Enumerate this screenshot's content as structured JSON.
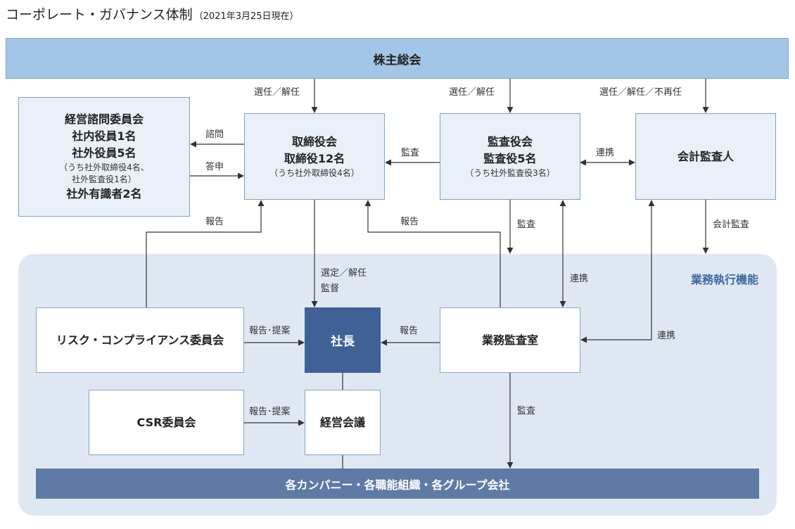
{
  "title": {
    "main": "コーポレート・ガバナンス体制",
    "date": "（2021年3月25日現在）"
  },
  "boxes": {
    "shareholders": "株主総会",
    "advisory": {
      "line1": "経営諮問委員会",
      "line2": "社内役員1名",
      "line3": "社外役員5名",
      "note1": "（うち社外取締役4名、",
      "note2": "社外監査役1名）",
      "line4": "社外有識者2名"
    },
    "board": {
      "line1": "取締役会",
      "line2": "取締役12名",
      "note": "（うち社外取締役4名）"
    },
    "kansayaku": {
      "line1": "監査役会",
      "line2": "監査役5名",
      "note": "（うち社外監査役3名）"
    },
    "auditor": "会計監査人",
    "exec_label": "業務執行機能",
    "risk": "リスク・コンプライアンス委員会",
    "president": "社長",
    "internal": "業務監査室",
    "csr": "CSR委員会",
    "mgmt": "経営会議",
    "companies": "各カンパニー・各職能組織・各グループ会社"
  },
  "labels": {
    "elect_board": "選任／解任",
    "elect_kansa": "選任／解任",
    "elect_auditor": "選任／解任／不再任",
    "consult": "諮問",
    "answer": "答申",
    "audit_board": "監査",
    "cooperate_top": "連携",
    "report_risk": "報告",
    "report_internal_board": "報告",
    "audit_kansa_down": "監査",
    "accounting_audit": "会計監査",
    "select_dismiss": "選定／解任",
    "supervise": "監督",
    "cooperate_mid": "連携",
    "report_propose_risk": "報告･提案",
    "report_internal_pres": "報告",
    "cooperate_right": "連携",
    "report_propose_csr": "報告･提案",
    "audit_internal": "監査"
  },
  "colors": {
    "shareholders_fill": "#a3c6e6",
    "light_box_fill": "#e9f0f8",
    "exec_region_fill": "#dfe8f2",
    "president_fill": "#3f6195",
    "companies_fill": "#607aa6",
    "exec_label": "#3f6aa0"
  }
}
